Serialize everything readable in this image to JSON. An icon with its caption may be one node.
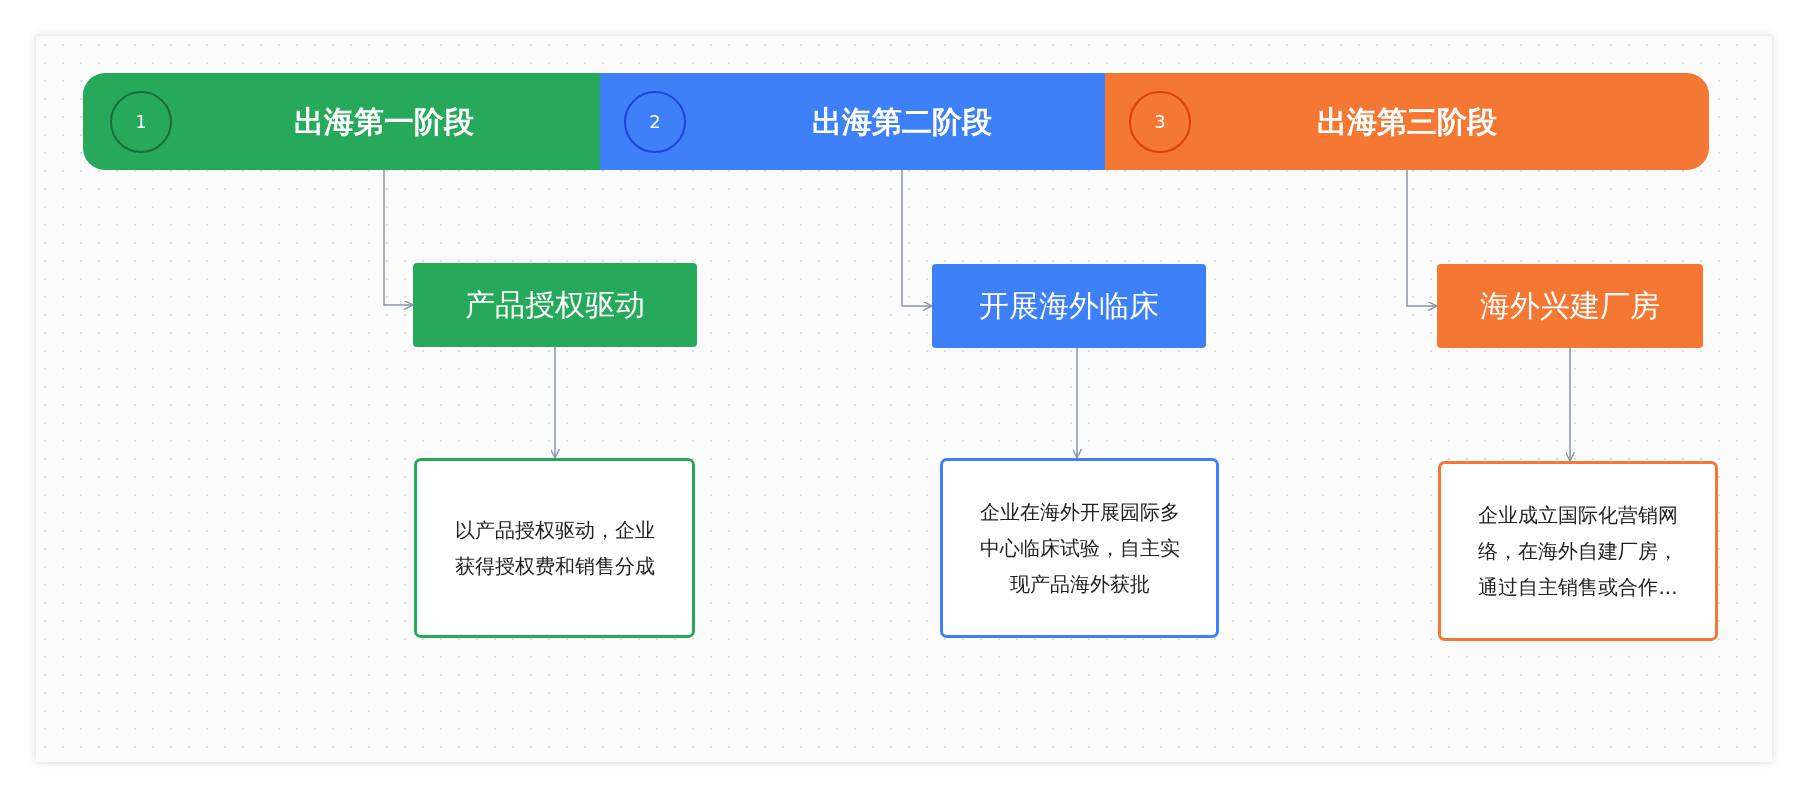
{
  "diagram": {
    "nodes": [
      {
        "text": [
          "1",
          "出海第一阶段"
        ]
      },
      {
        "text": [
          "2",
          "出海第二阶段"
        ]
      },
      {
        "text": [
          "3",
          "出海第三阶段"
        ]
      },
      {
        "text": [
          "产品授权驱动"
        ]
      },
      {
        "text": [
          "开展海外临床"
        ]
      },
      {
        "text": [
          "海外兴建厂房"
        ]
      },
      {
        "text": [
          "以产品授权驱动，企业获得授权费和销售分成"
        ]
      },
      {
        "text": [
          "企业在海外开展园际多中心临床试验，自主实现产品海外获批"
        ]
      },
      {
        "text": [
          "企业成立国际化营销网络，在海外自建厂房，通过自主销售或合作..."
        ]
      }
    ],
    "edges": [
      {
        "from": 0,
        "to": 3,
        "arrow": "to"
      },
      {
        "from": 3,
        "to": 6,
        "arrow": "to"
      },
      {
        "from": 1,
        "to": 4,
        "arrow": "to"
      },
      {
        "from": 4,
        "to": 7,
        "arrow": "to"
      },
      {
        "from": 2,
        "to": 5,
        "arrow": "to"
      },
      {
        "from": 5,
        "to": 8,
        "arrow": "to"
      }
    ]
  }
}
